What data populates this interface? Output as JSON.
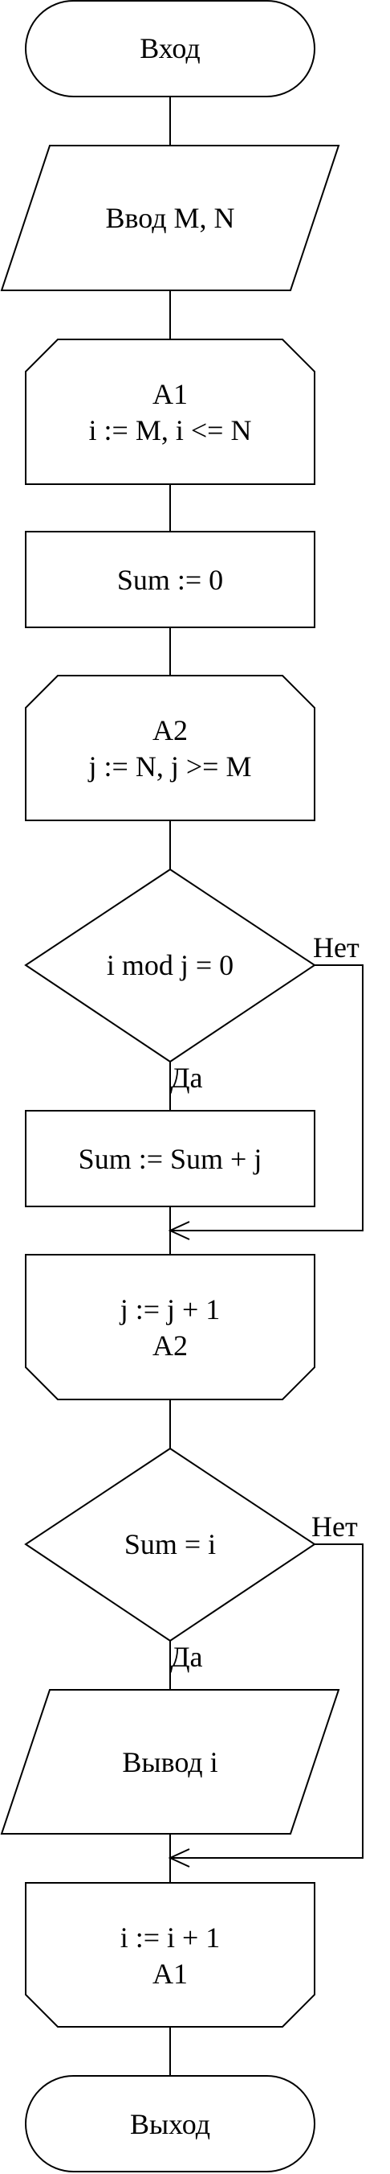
{
  "nodes": {
    "start": "Вход",
    "input": "Ввод M, N",
    "loop1_begin": [
      "A1",
      "i := M, i <= N"
    ],
    "init_sum": "Sum := 0",
    "loop2_begin": [
      "A2",
      "j := N, j >= M"
    ],
    "cond1": "i mod j = 0",
    "add_sum": "Sum := Sum + j",
    "loop2_end": [
      "j := j + 1",
      "A2"
    ],
    "cond2": "Sum = i",
    "output": "Вывод i",
    "loop1_end": [
      "i := i + 1",
      "A1"
    ],
    "end": "Выход"
  },
  "edges": {
    "cond1_yes": "Да",
    "cond1_no": "Нет",
    "cond2_yes": "Да",
    "cond2_no": "Нет"
  }
}
